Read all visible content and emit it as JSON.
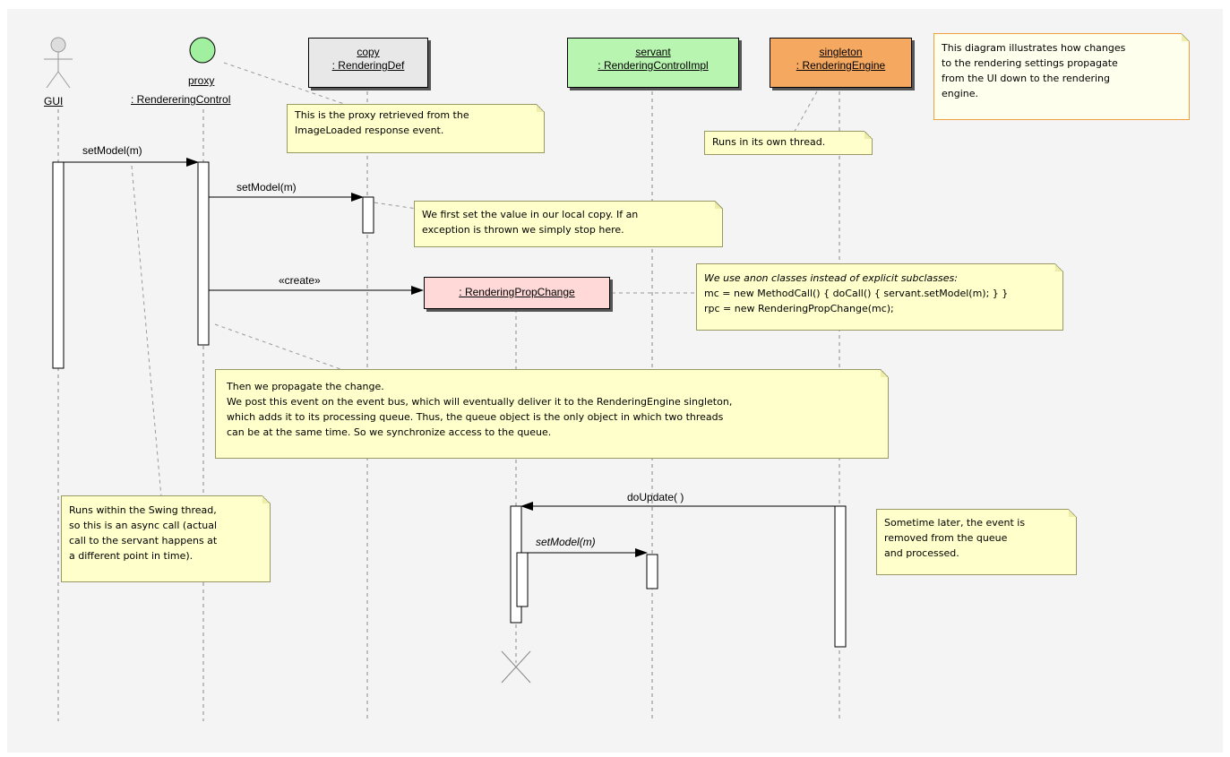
{
  "actor": {
    "name": "GUI"
  },
  "lifelines": [
    {
      "id": "proxy",
      "line1": "proxy",
      "line2": ": RendereringControl"
    },
    {
      "id": "copy",
      "line1": "copy",
      "line2": ": RenderingDef"
    },
    {
      "id": "servant",
      "line1": "servant",
      "line2": ": RenderingControlImpl"
    },
    {
      "id": "singleton",
      "line1": "singleton",
      "line2": ": RenderingEngine"
    },
    {
      "id": "propchange",
      "line1": ": RenderingPropChange"
    }
  ],
  "messages": {
    "m1": "setModel(m)",
    "m2": "setModel(m)",
    "m3": "«create»",
    "m4": "doUpdate( )",
    "m5": "setModel(m)"
  },
  "notes": {
    "proxy_note": [
      "This is the proxy retrieved from the",
      "ImageLoaded response event."
    ],
    "thread_note": [
      "Runs in its own thread."
    ],
    "diagram_note": [
      "This diagram illustrates how changes",
      "to the rendering settings propagate",
      "from the UI down to the rendering",
      "engine."
    ],
    "copy_note": [
      "We first set the value in our local copy. If an",
      "exception is thrown we simply stop here."
    ],
    "anon_note": [
      "We use anon classes instead of explicit subclasses:",
      "mc = new MethodCall() { doCall() { servant.setModel(m); } }",
      "rpc = new RenderingPropChange(mc);"
    ],
    "propagate_note": [
      "Then we propagate the change.",
      "We post this event on the event bus, which will eventually deliver it to the RenderingEngine singleton,",
      "which adds it to its processing queue. Thus, the queue object is the only object in which two threads",
      "can be at the same time. So we synchronize access to the queue."
    ],
    "swing_note": [
      "Runs within the Swing thread,",
      "so this is an async call (actual",
      "call to the servant happens at",
      "a different point in time)."
    ],
    "later_note": [
      "Sometime later, the event is",
      "removed from the queue",
      "and processed."
    ]
  },
  "colors": {
    "copy_box": "#e8e8e8",
    "servant_box": "#b8f5b0",
    "singleton_box": "#f5a860",
    "propchange_box": "#ffd8d8",
    "proxy_circle": "#a0f0a0",
    "note_fill": "#ffffcc"
  }
}
